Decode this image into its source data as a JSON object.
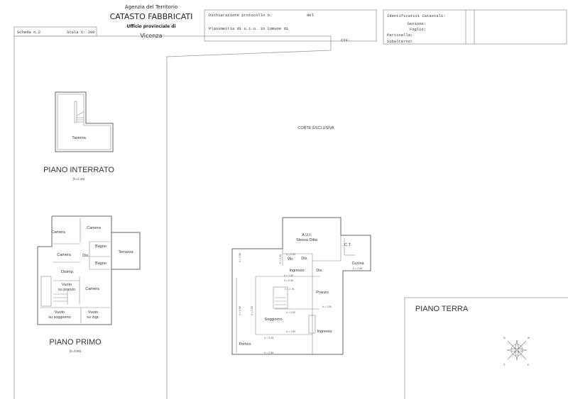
{
  "header": {
    "agency": "Agenzia del Territorio",
    "title": "CATASTO FABBRICATI",
    "office_label": "Ufficio provinciale di",
    "office_city": "Vicenza",
    "scheda": "Scheda n.2",
    "scala": "Scala 1: 200"
  },
  "declaration": {
    "protocol_label": "Dichiarazione protocollo n.",
    "del_label": "del",
    "plan_label": "Planimetria di u.i.u. in Comune di",
    "civ_label": "civ."
  },
  "identifiers": {
    "title": "Identificativi Catastali:",
    "sezione": "Sezione:",
    "foglio": "Foglio:",
    "particella": "Particella:",
    "subalterno": "Subalterno:"
  },
  "basement": {
    "title": "PIANO INTERRATO",
    "height": "(h=2.26)",
    "rooms": [
      "Taverna"
    ]
  },
  "first_floor": {
    "title": "PIANO PRIMO",
    "height": "(h=3.00)",
    "rooms": [
      "Camera",
      "Camera",
      "Bagno",
      "Camera",
      "Dis.",
      "Bagno",
      "Terrazza",
      "Disimp.",
      "Vuoto",
      "su pranzo",
      "Camera",
      "Vuoto",
      "su soggiorno",
      "Vuoto",
      "su ingr."
    ]
  },
  "ground_floor": {
    "title": "PIANO TERRA",
    "yard": "CORTE ESCLUSIVA",
    "rooms": [
      "A.U.I.",
      "Stessa Ditta",
      "C.T.",
      "Wc",
      "Dis.",
      "Ingresso",
      "Dis.",
      "Cucina",
      "Pranzo",
      "Soggiorno",
      "Ingresso",
      "Portico"
    ],
    "heights": [
      "h = 2.50",
      "h = 2.50",
      "h = 2.50",
      "h = 2.50",
      "h = 2.76",
      "h = 2.50",
      "h = 2.82",
      "h = 2.82",
      "h = 3.28",
      "h = 2.59",
      "h = 2.50",
      "h = 2.50",
      "h = 2.50",
      "h = 2.50"
    ]
  },
  "compass": {
    "labels": [
      "N",
      "W",
      "S",
      "E"
    ]
  }
}
